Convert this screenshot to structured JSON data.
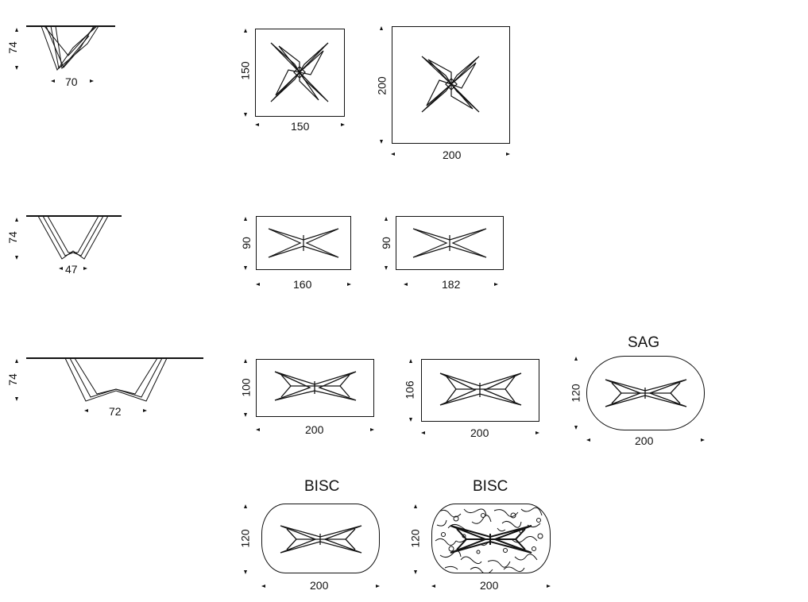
{
  "row1": {
    "side": {
      "height": "74",
      "width": "70"
    },
    "top150": {
      "height": "150",
      "width": "150"
    },
    "top200": {
      "height": "200",
      "width": "200"
    }
  },
  "row2": {
    "side": {
      "height": "74",
      "width": "47"
    },
    "top160": {
      "height": "90",
      "width": "160"
    },
    "top182": {
      "height": "90",
      "width": "182"
    }
  },
  "row3": {
    "side": {
      "height": "74",
      "width": "72"
    },
    "rect100": {
      "height": "100",
      "width": "200"
    },
    "rect106": {
      "height": "106",
      "width": "200"
    },
    "sag": {
      "label": "SAG",
      "height": "120",
      "width": "200"
    }
  },
  "row4": {
    "bisc": {
      "label": "BISC",
      "height": "120",
      "width": "200"
    },
    "bisc_marble": {
      "label": "BISC",
      "height": "120",
      "width": "200"
    }
  }
}
